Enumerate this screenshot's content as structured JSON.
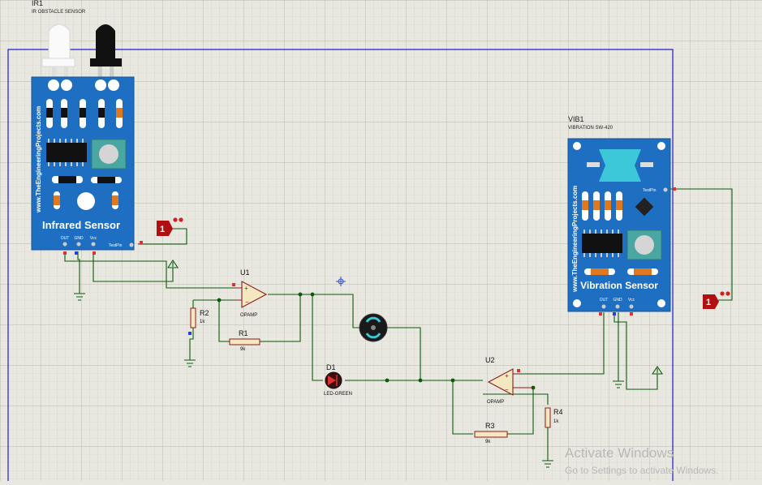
{
  "components": {
    "ir_sensor": {
      "ref": "IR1",
      "type": "IR OBSTACLE SENSOR",
      "board_title": "Infrared Sensor",
      "site": "www.TheEngineeringProjects.com",
      "pins": [
        "OUT",
        "GND",
        "Vcc"
      ],
      "testpin": "TestPin"
    },
    "vib_sensor": {
      "ref": "VIB1",
      "type": "VIBRATION SW-420",
      "board_title": "Vibration Sensor",
      "site": "www.TheEngineeringProjects.com",
      "pins": [
        "OUT",
        "GND",
        "Vcc"
      ],
      "testpin": "TestPin"
    },
    "u1": {
      "ref": "U1",
      "type": "OPAMP"
    },
    "u2": {
      "ref": "U2",
      "type": "OPAMP"
    },
    "r1": {
      "ref": "R1",
      "value": "9k"
    },
    "r2": {
      "ref": "R2",
      "value": "1k"
    },
    "r3": {
      "ref": "R3",
      "value": "9k"
    },
    "r4": {
      "ref": "R4",
      "value": "1k"
    },
    "d1": {
      "ref": "D1",
      "type": "LED-GREEN"
    },
    "logic1": {
      "value": "1"
    },
    "logic2": {
      "value": "1"
    }
  },
  "watermark": {
    "line1": "Activate Windows",
    "line2": "Go to Settings to activate Windows."
  },
  "colors": {
    "background": "#e8e8e0",
    "wire": "#0b5a0b",
    "board": "#1e6fc2",
    "component_outline": "#8b1c1c",
    "component_fill": "#f3e8c0",
    "logic_probe": "#b01010"
  }
}
